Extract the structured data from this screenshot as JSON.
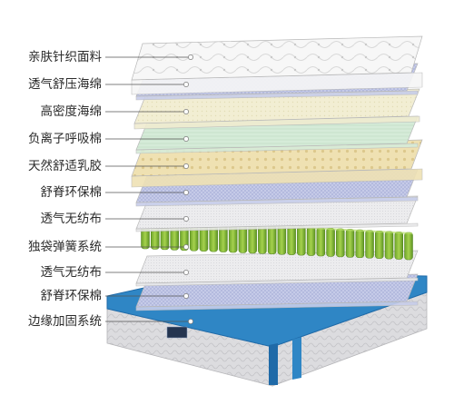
{
  "diagram": {
    "layers": [
      {
        "label": "亲肤针织面料",
        "kind": "quilt",
        "color": "#f6f6f6"
      },
      {
        "label": "透气舒压海绵",
        "kind": "mesh",
        "color": "#c7cdea"
      },
      {
        "label": "高密度海绵",
        "kind": "foam",
        "color": "#f0ecd0"
      },
      {
        "label": "负离子呼吸棉",
        "kind": "mint",
        "color": "#d6ecd9"
      },
      {
        "label": "天然舒适乳胶",
        "kind": "latex",
        "color": "#efe2b4"
      },
      {
        "label": "舒脊环保棉",
        "kind": "mesh",
        "color": "#c7cdea"
      },
      {
        "label": "透气无纺布",
        "kind": "fabric",
        "color": "#e9e9ea"
      },
      {
        "label": "独袋弹簧系统",
        "kind": "springs",
        "color": "#8dc03c"
      },
      {
        "label": "透气无纺布",
        "kind": "fabric",
        "color": "#e9e9ea"
      },
      {
        "label": "舒脊环保棉",
        "kind": "mesh",
        "color": "#c7cdea"
      },
      {
        "label": "边缘加固系统",
        "kind": "base",
        "color": "#2f86c5"
      }
    ],
    "colors": {
      "leader": "#555555",
      "dot": "#ffffff",
      "base_side": "#d8d8da",
      "base_top": "#2f86c5",
      "base_dark": "#1f6aa8"
    }
  }
}
